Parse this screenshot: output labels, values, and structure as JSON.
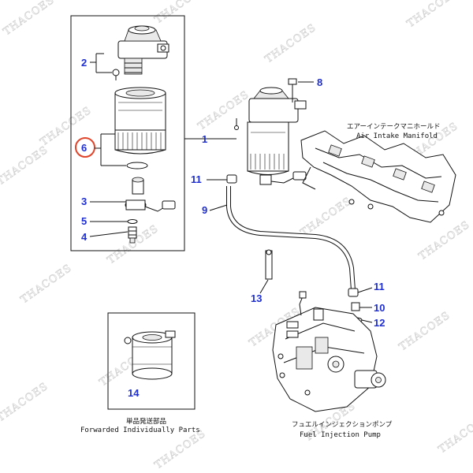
{
  "watermark": "THACOES",
  "callouts": {
    "c1": "1",
    "c2": "2",
    "c3": "3",
    "c4": "4",
    "c5": "5",
    "c6": "6",
    "c8": "8",
    "c9": "9",
    "c10": "10",
    "c11a": "11",
    "c11b": "11",
    "c12": "12",
    "c13": "13",
    "c14": "14"
  },
  "labels": {
    "air_intake_jp": "エアーインテークマニホールド",
    "air_intake_en": "Air Intake Manifold",
    "fuel_pump_jp": "フュエルインジェクションポンプ",
    "fuel_pump_en": "Fuel Injection Pump",
    "forwarded_jp": "単品発送部品",
    "forwarded_en": "Forwarded Individually Parts"
  },
  "highlight": {
    "color": "#e0442a",
    "callout": "6"
  },
  "colors": {
    "callout": "#1f2fd0",
    "line": "#111111"
  }
}
